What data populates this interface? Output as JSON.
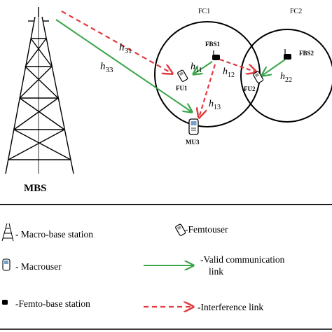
{
  "diagram": {
    "mbs_label": "MBS",
    "cells": {
      "fc1": "FC1",
      "fc2": "FC2"
    },
    "stations": {
      "fbs1": "FBS1",
      "fbs2": "FBS2"
    },
    "users": {
      "fu1": "FU1",
      "fu2": "FU2",
      "mu3": "MU3"
    },
    "channels": {
      "h31": {
        "sym": "h",
        "sub": "31"
      },
      "h33": {
        "sym": "h",
        "sub": "33"
      },
      "h11": {
        "sym": "h",
        "sub": "11"
      },
      "h12": {
        "sym": "h",
        "sub": "12"
      },
      "h13": {
        "sym": "h",
        "sub": "13"
      },
      "h22": {
        "sym": "h",
        "sub": "22"
      }
    },
    "colors": {
      "valid": "#3aa64a",
      "interference": "#e03a3e",
      "line": "#000000"
    }
  },
  "legend": {
    "macro_bs": "- Macro-base station",
    "macrouser": "- Macrouser",
    "femto_bs": "-Femto-base station",
    "femtouser": "-Femtouser",
    "valid_link_line1": "-Valid communication",
    "valid_link_line2": "link",
    "interference_link": "-Interference link"
  }
}
